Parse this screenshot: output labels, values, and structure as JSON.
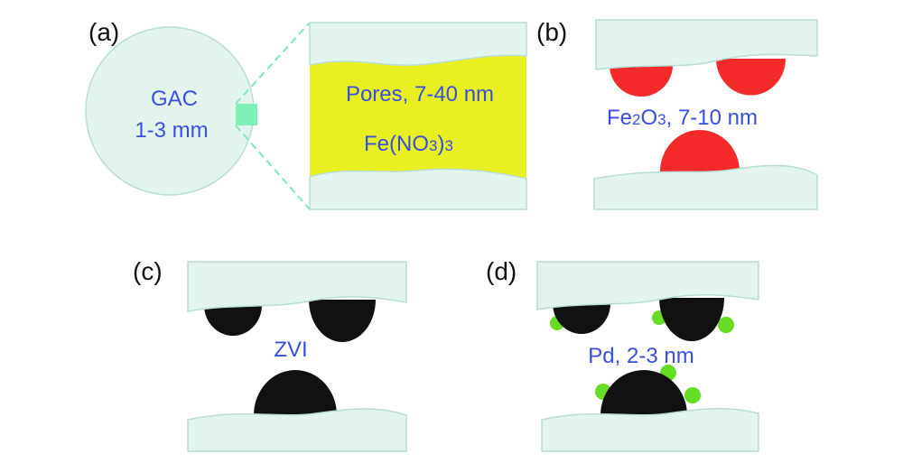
{
  "panels": {
    "a": {
      "label": "(a)",
      "gac_name": "GAC",
      "gac_size": "1-3 mm",
      "pores": "Pores, 7-40 nm",
      "precursor_main": "Fe(NO",
      "precursor_sub1": "3",
      "precursor_mid": ")",
      "precursor_sub2": "3"
    },
    "b": {
      "label": "(b)",
      "oxide_a": "Fe",
      "oxide_sub1": "2",
      "oxide_b": "O",
      "oxide_sub2": "3",
      "oxide_size": ", 7-10 nm"
    },
    "c": {
      "label": "(c)",
      "zvi": "ZVI"
    },
    "d": {
      "label": "(d)",
      "pd": "Pd, 2-3 nm"
    }
  },
  "colors": {
    "gac": "#e3f3ee",
    "pore_solution": "#e8f022",
    "fe2o3": "#f52a2a",
    "zvi": "#111111",
    "pd": "#66dd22",
    "text": "#3a4fe0"
  }
}
